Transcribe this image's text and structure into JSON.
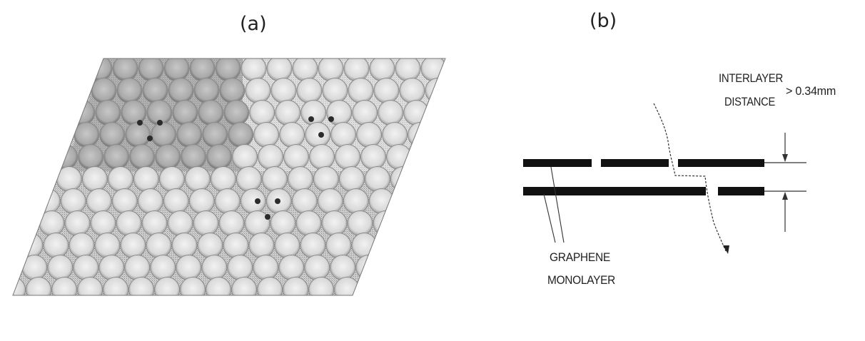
{
  "panel_a": {
    "label": "(a)"
  },
  "panel_b": {
    "label": "(b)",
    "interlayer_label_line1": "INTERLAYER",
    "interlayer_label_line2": "DISTANCE",
    "distance_value": "> 0.34mm",
    "monolayer_label_line1": "GRAPHENE",
    "monolayer_label_line2": "MONOLAYER"
  },
  "colors": {
    "ink": "#111111",
    "lattice_light": "#dcdcdc",
    "lattice_dark": "#9a9a9a"
  }
}
